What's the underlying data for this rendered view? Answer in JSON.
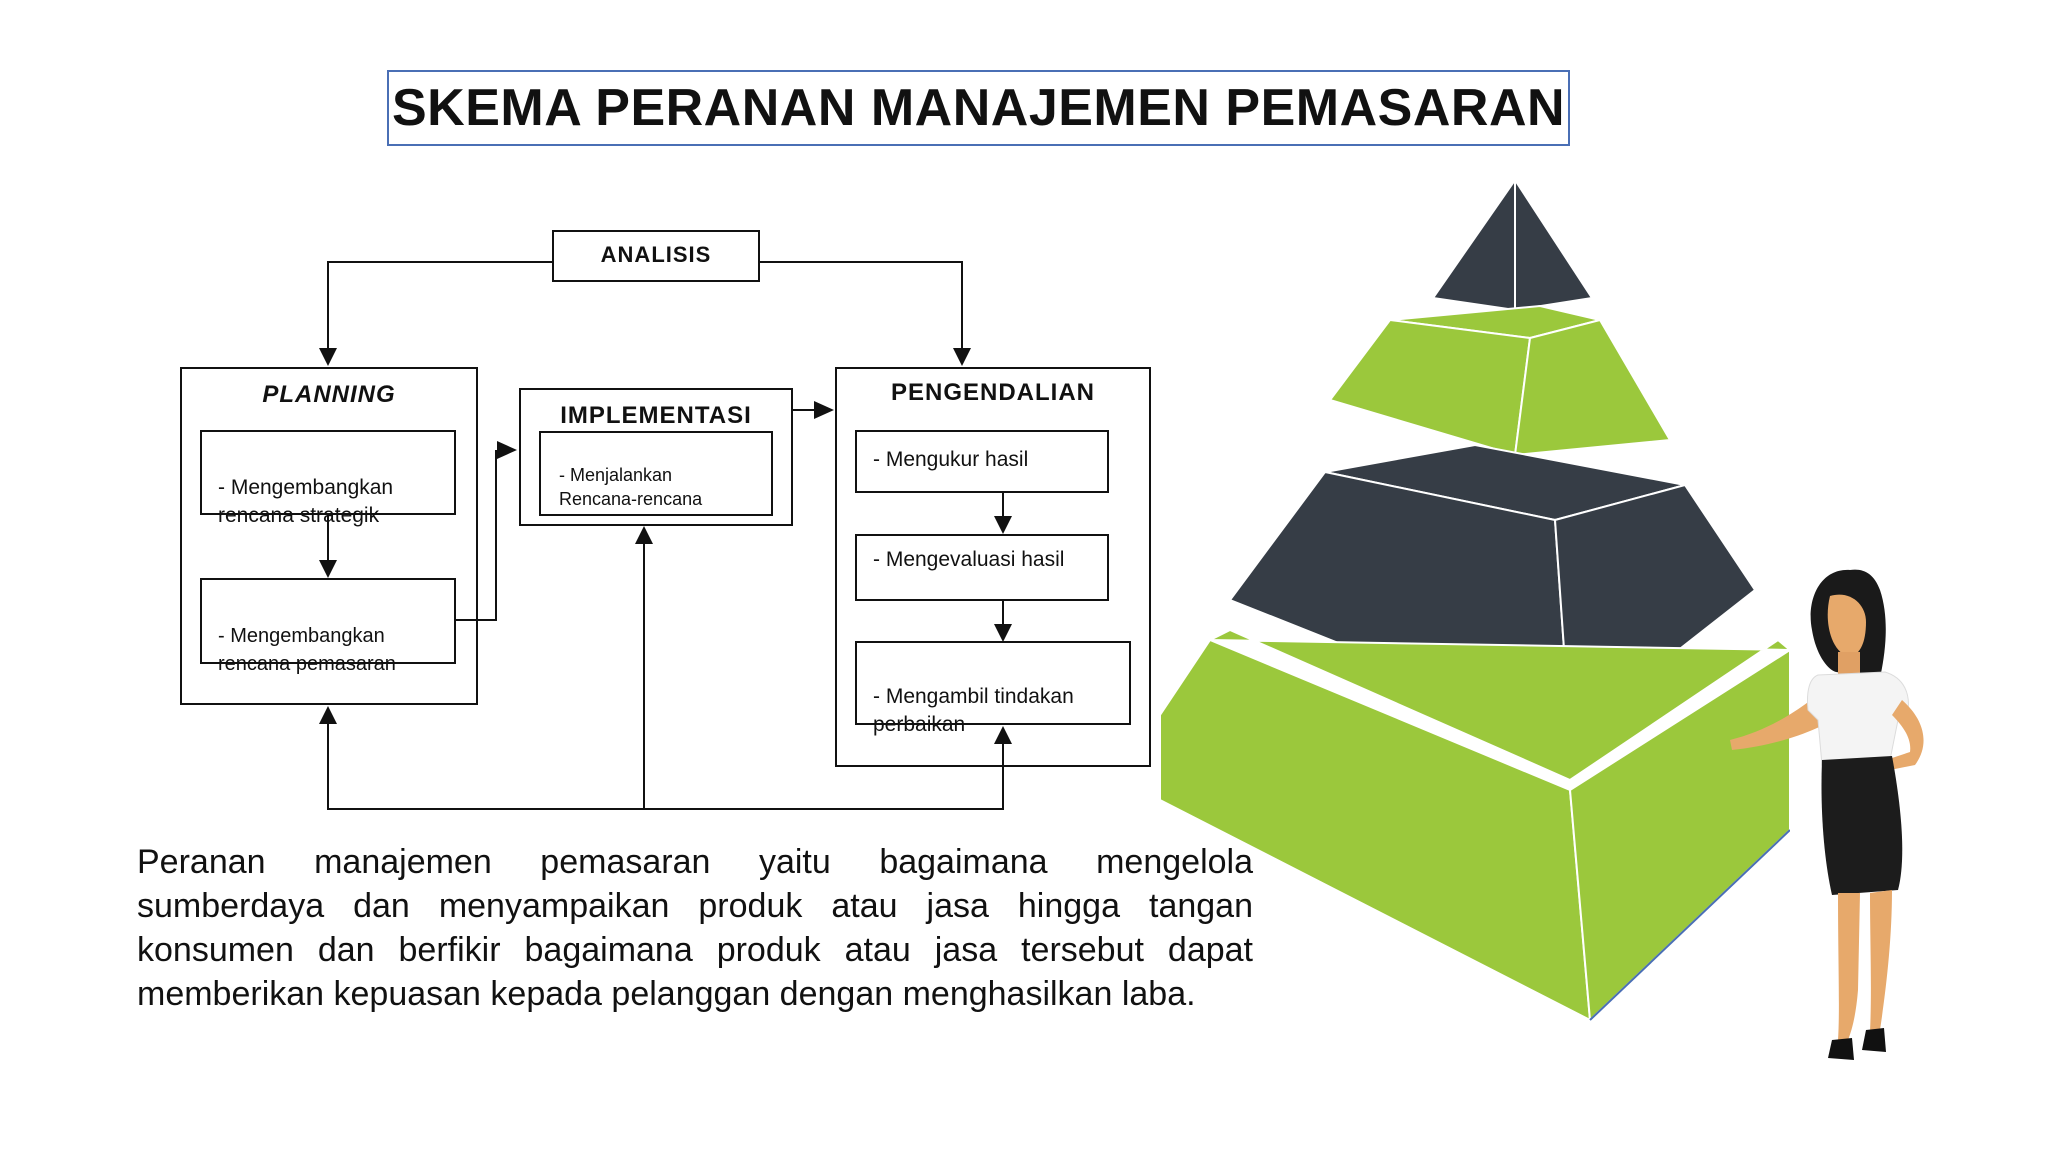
{
  "title": "SKEMA PERANAN MANAJEMEN PEMASARAN",
  "diagram": {
    "analisis": "ANALISIS",
    "planning": {
      "header": "PLANNING",
      "items": [
        "- Mengembangkan\nrencana strategik",
        "- Mengembangkan\nrencana pemasaran"
      ]
    },
    "implementasi": {
      "header": "IMPLEMENTASI",
      "items": [
        "- Menjalankan\nRencana-rencana"
      ]
    },
    "pengendalian": {
      "header": "PENGENDALIAN",
      "items": [
        "- Mengukur hasil",
        "- Mengevaluasi hasil",
        "- Mengambil tindakan\nperbaikan"
      ]
    }
  },
  "paragraph": "Peranan manajemen pemasaran yaitu bagaimana mengelola sumberdaya dan menyampaikan produk atau jasa hingga tangan konsumen dan berfikir bagaimana produk atau jasa tersebut dapat memberikan kepuasan kepada pelanggan dengan menghasilkan laba.",
  "colors": {
    "green": "#9bc83c",
    "dark": "#363d46",
    "title_border": "#4a6fb5"
  },
  "illustration": {
    "pyramid": "pyramid-graphic",
    "person": "businesswoman-figure"
  }
}
